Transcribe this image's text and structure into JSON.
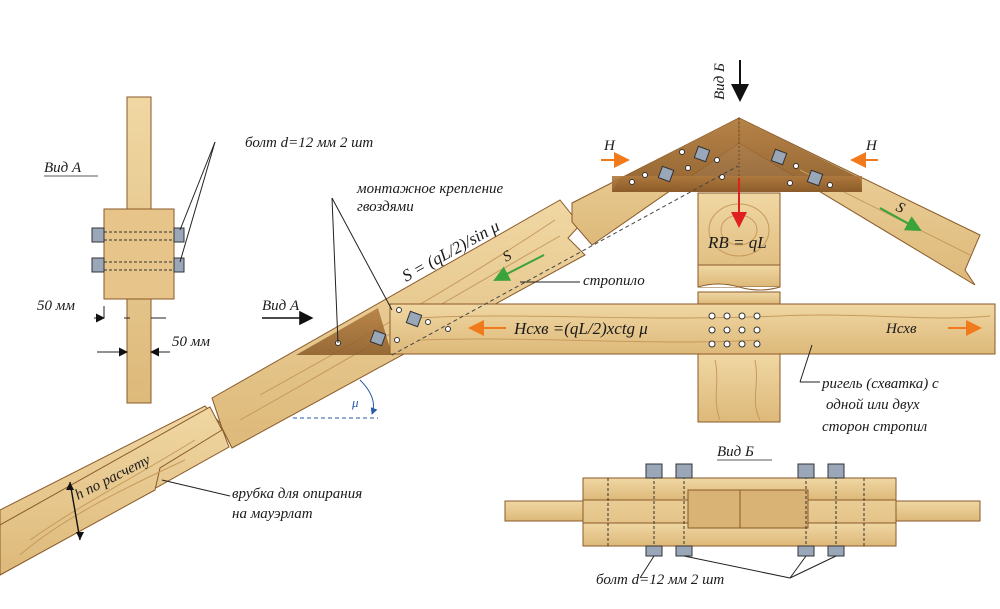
{
  "diagram": {
    "view_a_title": "Вид А",
    "view_b_title": "Вид Б",
    "view_b_arrow_label": "Вид Б",
    "view_a_arrow_label": "Вид А",
    "bolt_top": "болт d=12 мм 2 шт",
    "bolt_bottom": "болт d=12 мм 2 шт",
    "dim_50_left": "50 мм",
    "dim_50_right": "50 мм",
    "nail_note_line1": "монтажное крепление",
    "nail_note_line2": "гвоздями",
    "formula_s": "S = (qL/2)/sin μ",
    "label_s_left": "S",
    "label_s_right": "S",
    "label_h_left": "H",
    "label_h_right": "H",
    "rafter_label": "стропило",
    "formula_h": "Hсхв =(qL/2)xctg μ",
    "label_h_tie": "Hсхв",
    "reaction_label": "RB = qL",
    "tie_note_line1": "ригель (схватка) с",
    "tie_note_line2": "одной или двух",
    "tie_note_line3": "сторон стропил",
    "angle_mu": "μ",
    "h_calc": "h по расчету",
    "notch_line1": "врубка для опирания",
    "notch_line2": "на мауэрлат"
  },
  "colors": {
    "wood": "#e8c98f",
    "wood_dark": "#9a6a34",
    "wood_line": "#c79a5c",
    "bolt": "#9aa7b8",
    "force_orange": "#f07a1c",
    "force_green": "#3aa33a",
    "force_red": "#e02020",
    "axis_blue": "#2a5aa8"
  }
}
